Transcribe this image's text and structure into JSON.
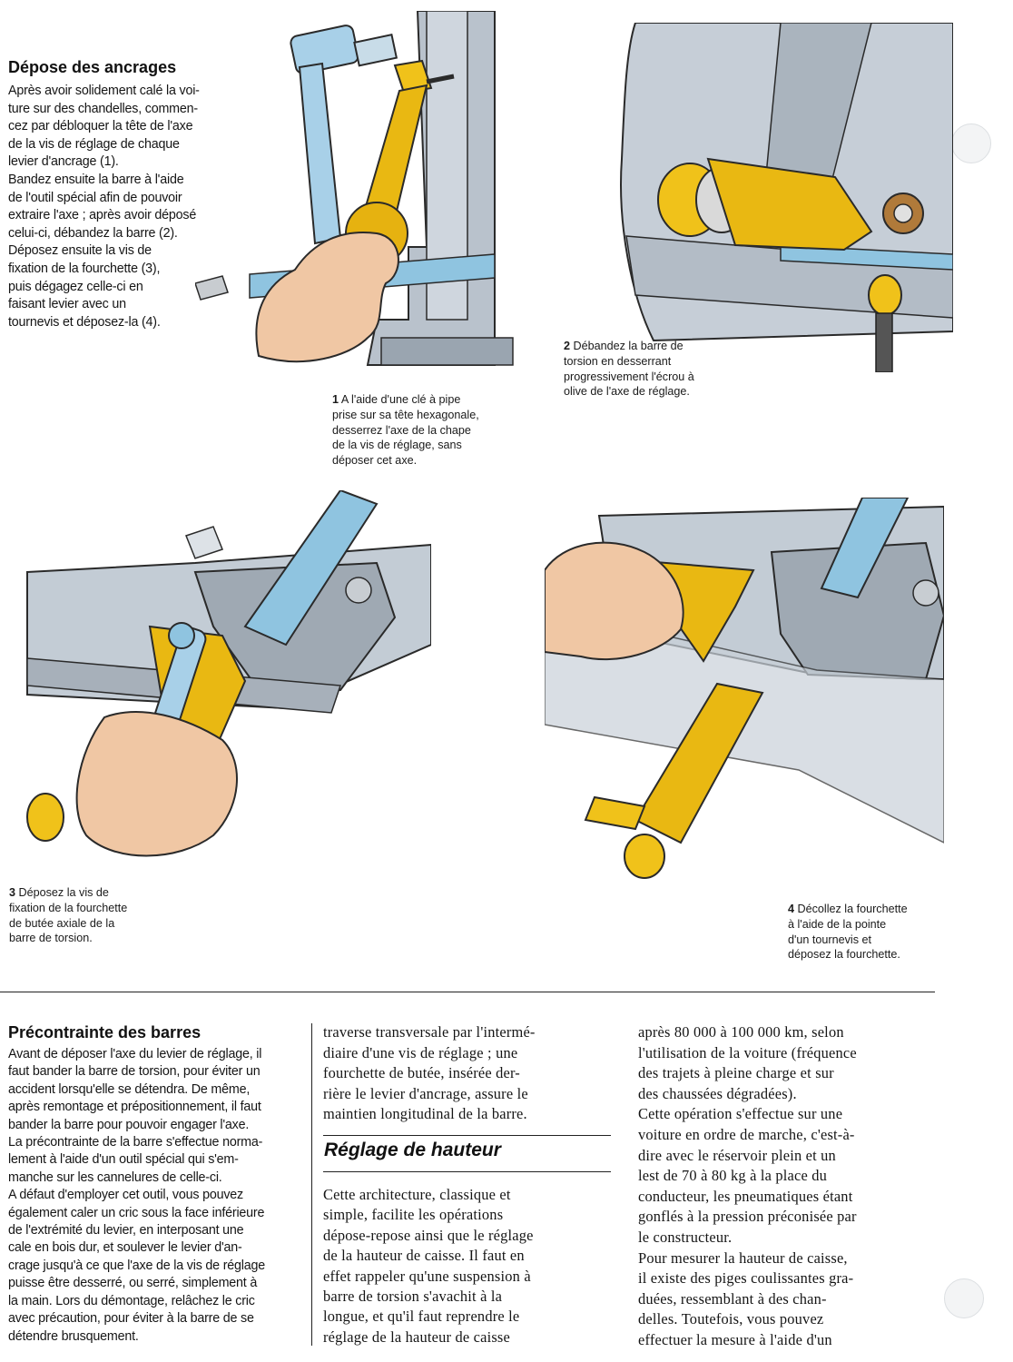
{
  "depose": {
    "title": "Dépose des ancrages",
    "body": "Après avoir solidement calé la voi-\nture sur des chandelles, commen-\ncez par débloquer la tête de l'axe\nde la vis de réglage de chaque\nlevier d'ancrage (1).\nBandez ensuite la barre à l'aide\nde l'outil spécial afin de pouvoir\nextraire l'axe ; après avoir déposé\ncelui-ci, débandez la barre (2).\nDéposez ensuite la vis de\nfixation de la fourchette (3),\npuis dégagez celle-ci en\nfaisant levier avec un\ntournevis et déposez-la (4)."
  },
  "captions": {
    "c1": {
      "num": "1",
      "text": " A l'aide d'une clé à pipe\nprise sur sa tête hexagonale,\ndesserrez l'axe de la chape\nde la vis de réglage, sans\ndéposer cet axe."
    },
    "c2": {
      "num": "2",
      "text": " Débandez la barre de\ntorsion en desserrant\nprogressivement l'écrou à\nolive de l'axe de réglage."
    },
    "c3": {
      "num": "3",
      "text": " Déposez la vis de\nfixation de la fourchette\nde butée axiale de la\nbarre de torsion."
    },
    "c4": {
      "num": "4",
      "text": " Décollez la fourchette\nà l'aide de la pointe\nd'un tournevis et\ndéposez la fourchette."
    }
  },
  "precontrainte": {
    "title": "Précontrainte des barres",
    "body": "Avant de déposer l'axe du levier de réglage, il\nfaut bander la barre de torsion, pour éviter un\naccident lorsqu'elle se détendra. De même,\naprès remontage et prépositionnement, il faut\nbander la barre pour pouvoir engager l'axe.\nLa précontrainte de la barre s'effectue norma-\nlement à l'aide d'un outil spécial qui s'em-\nmanche sur les cannelures de celle-ci.\nA défaut d'employer cet outil, vous pouvez\négalement caler un cric sous la face inférieure\nde l'extrémité du levier, en interposant une\ncale en bois dur, et soulever le levier d'an-\ncrage jusqu'à ce que l'axe de la vis de réglage\npuisse être desserré, ou serré, simplement à\nla main. Lors du démontage, relâchez le cric\navec précaution, pour éviter à la barre de se\ndétendre brusquement."
  },
  "middle_top": "traverse transversale par l'intermé-\ndiaire d'une vis de réglage ; une\nfourchette de butée, insérée der-\nrière le levier d'ancrage, assure le\nmaintien longitudinal de la barre.",
  "reglage": {
    "title": "Réglage de hauteur",
    "body": "Cette architecture, classique et\nsimple, facilite les opérations\ndépose-repose ainsi que le réglage\nde la hauteur de caisse. Il faut en\neffet rappeler qu'une suspension à\nbarre de torsion s'avachit à la\nlongue, et qu'il faut reprendre le\nréglage de la hauteur de caisse"
  },
  "right_col": "après 80 000 à 100 000 km, selon\nl'utilisation de la voiture (fréquence\ndes trajets à pleine charge et sur\ndes chaussées dégradées).\nCette opération s'effectue sur une\nvoiture en ordre de marche, c'est-à-\ndire avec le réservoir plein et un\nlest de 70 à 80 kg à la place du\nconducteur, les pneumatiques étant\ngonflés à la pression préconisée par\nle constructeur.\nPour mesurer la hauteur de caisse,\nil existe des piges coulissantes gra-\nduées, ressemblant à des chan-\ndelles. Toutefois, vous pouvez\neffectuer la mesure à l'aide d'un"
}
